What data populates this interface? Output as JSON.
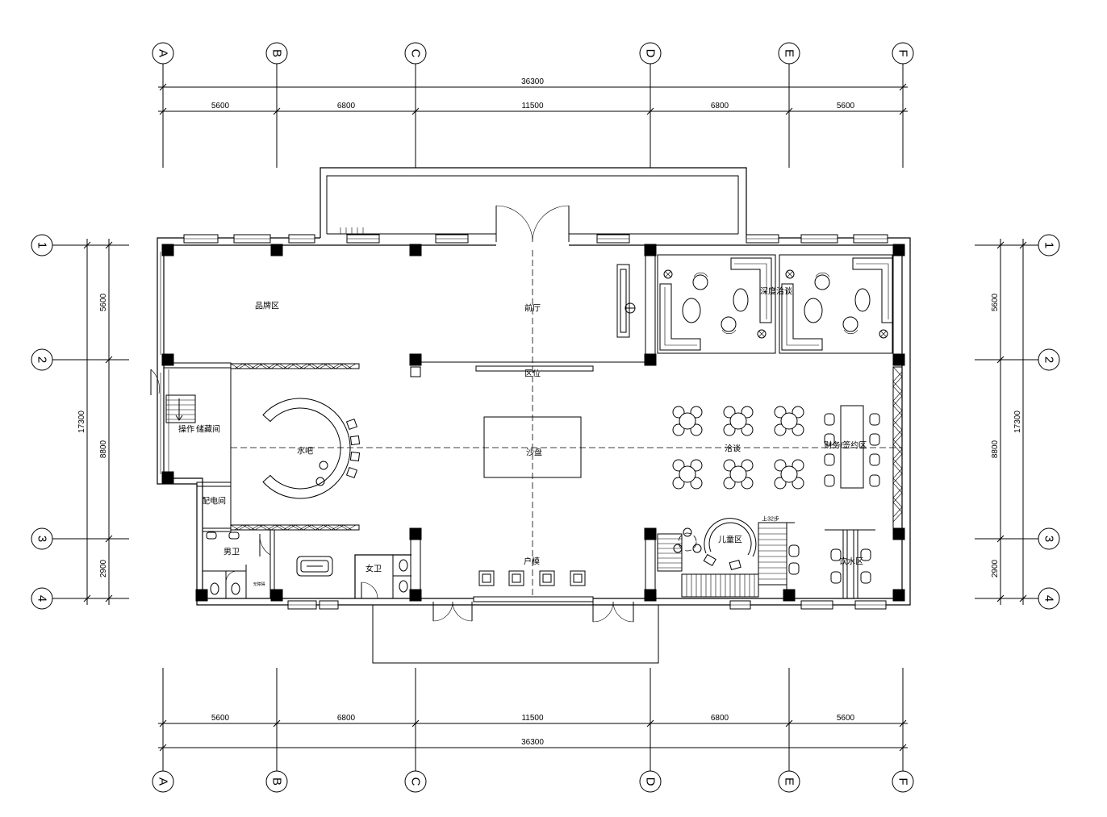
{
  "axes": {
    "columns": [
      "A",
      "B",
      "C",
      "D",
      "E",
      "F"
    ],
    "rows": [
      "1",
      "2",
      "3",
      "4"
    ]
  },
  "dimensions": {
    "horizontal_total": "36300",
    "horizontal_spans": [
      "5600",
      "6800",
      "11500",
      "6800",
      "5600"
    ],
    "vertical_total": "17300",
    "vertical_spans": [
      "5600",
      "8800",
      "2900"
    ]
  },
  "rooms": {
    "brand_zone": "品牌区",
    "foyer": "前厅",
    "location": "区位",
    "deep_negotiation": "深度洽谈",
    "operation": "操作",
    "storage": "储藏间",
    "water_bar": "水吧",
    "sand_table": "沙盘",
    "negotiation": "洽谈",
    "finance_signing": "财务/签约区",
    "power_room": "配电间",
    "men_wc": "男卫",
    "women_wc": "女卫",
    "unit_models": "户模",
    "kids_zone": "儿童区",
    "stair_note": "上32步",
    "drinks_zone": "饮水区",
    "accessible": "无障碍"
  }
}
